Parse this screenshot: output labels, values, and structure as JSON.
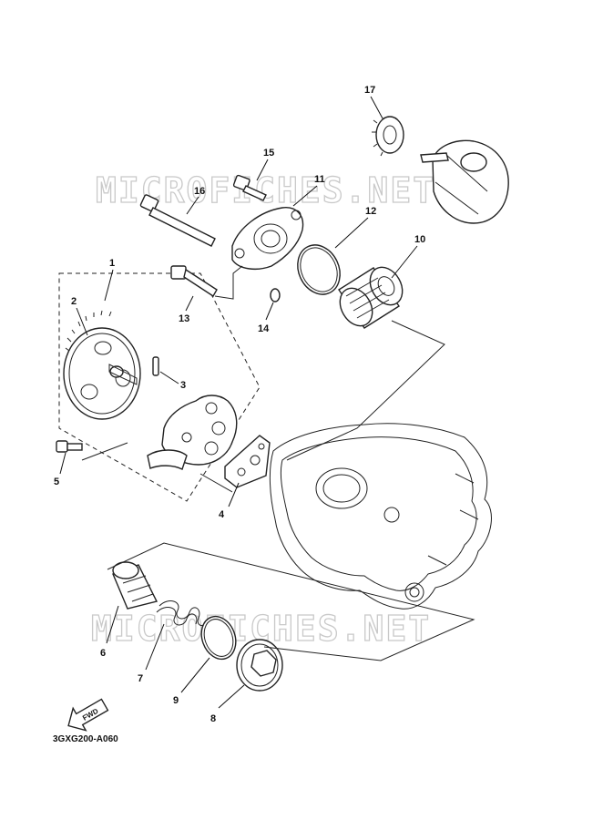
{
  "watermark": {
    "top": "MICROFICHES.NET",
    "bottom": "MICROFICHES.NET"
  },
  "diagram_code": "3GXG200-A060",
  "fwd_arrow": {
    "label": "FWD"
  },
  "callouts": {
    "p1": "1",
    "p2": "2",
    "p3": "3",
    "p4": "4",
    "p5": "5",
    "p6": "6",
    "p7": "7",
    "p8": "8",
    "p9": "9",
    "p10": "10",
    "p11": "11",
    "p12": "12",
    "p13": "13",
    "p14": "14",
    "p15": "15",
    "p16": "16",
    "p17": "17"
  }
}
